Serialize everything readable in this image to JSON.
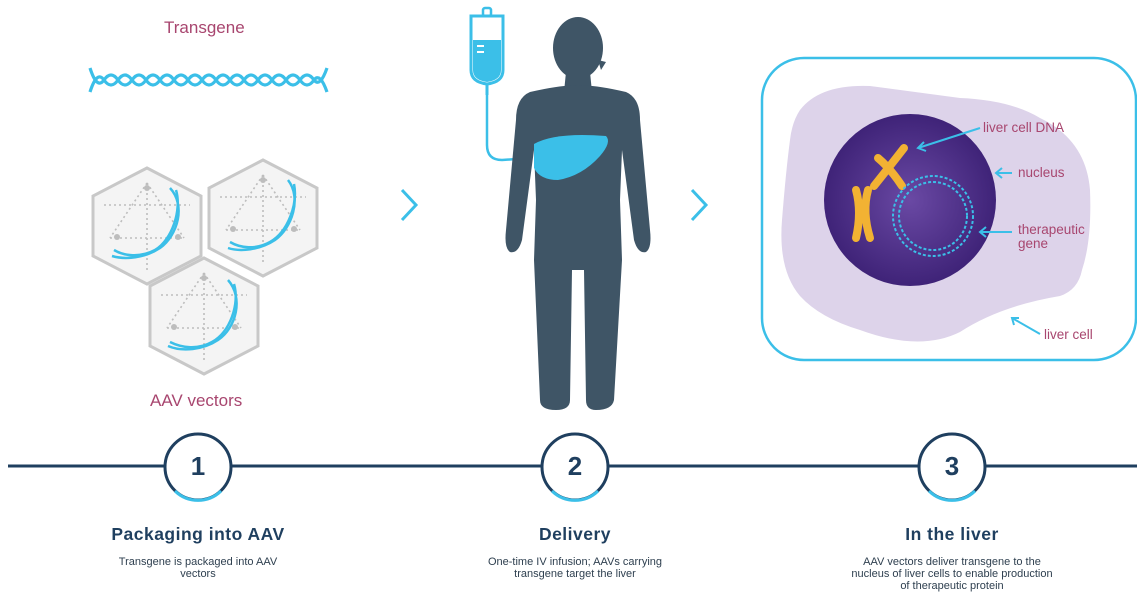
{
  "panel1": {
    "top_label": "Transgene",
    "bottom_label": "AAV vectors"
  },
  "panel3": {
    "labels": {
      "dna": "liver cell DNA",
      "nucleus": "nucleus",
      "gene_line1": "therapeutic",
      "gene_line2": "gene",
      "cell": "liver cell"
    }
  },
  "steps": [
    {
      "number": "1",
      "title": "Packaging into AAV",
      "desc_lines": [
        "Transgene is packaged into AAV",
        "vectors"
      ]
    },
    {
      "number": "2",
      "title": "Delivery",
      "desc_lines": [
        "One-time IV infusion; AAVs carrying",
        "transgene target the liver"
      ]
    },
    {
      "number": "3",
      "title": "In the liver",
      "desc_lines": [
        "AAV vectors deliver transgene to the",
        "nucleus of liver cells to enable production",
        "of therapeutic protein"
      ]
    }
  ],
  "colors": {
    "navy": "#1f3f5f",
    "cyan": "#3bbfe8",
    "rose": "#a8466f",
    "body": "#3f5566",
    "cell": "#ddd3ea",
    "nucleus": "#4b2a82",
    "chromosome": "#f2b233",
    "capsid": "#c8c8c8"
  }
}
